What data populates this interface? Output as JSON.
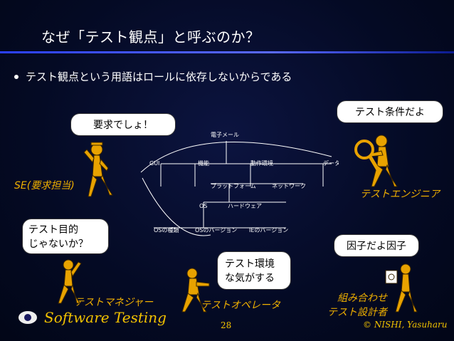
{
  "slide": {
    "title": "なぜ「テスト観点」と呼ぶのか？",
    "bullet": "テスト観点という用語はロールに依存しないからである"
  },
  "bubbles": {
    "se": "要求でしょ！",
    "engineer": "テスト条件だよ",
    "manager_line1": "テスト目的",
    "manager_line2": "じゃないか？",
    "operator_line1": "テスト環境",
    "operator_line2": "な気がする",
    "designer": "因子だよ因子"
  },
  "roles": {
    "se": "SE(要求担当)",
    "engineer": "テストエンジニア",
    "manager": "テストマネジャー",
    "operator": "テストオペレータ",
    "designer_line1": "組み合わせ",
    "designer_line2": "テスト設計者"
  },
  "diagram": {
    "email": "電子メール",
    "gui": "GUI",
    "function": "機能",
    "operating_env": "動作環境",
    "data": "データ",
    "platform": "プラットフォーム",
    "network": "ネットワーク",
    "os": "OS",
    "hardware": "ハードウェア",
    "os_type": "OSの種類",
    "os_version": "OSのバージョン",
    "ie_version": "IEのバージョン"
  },
  "footer": {
    "brand": "Software Testing",
    "page": "28",
    "copyright": "© NISHI, Yasuharu"
  },
  "colors": {
    "role_text": "#f0b000",
    "accent_rule": "#2a3fff",
    "figure": "#e8a200"
  }
}
